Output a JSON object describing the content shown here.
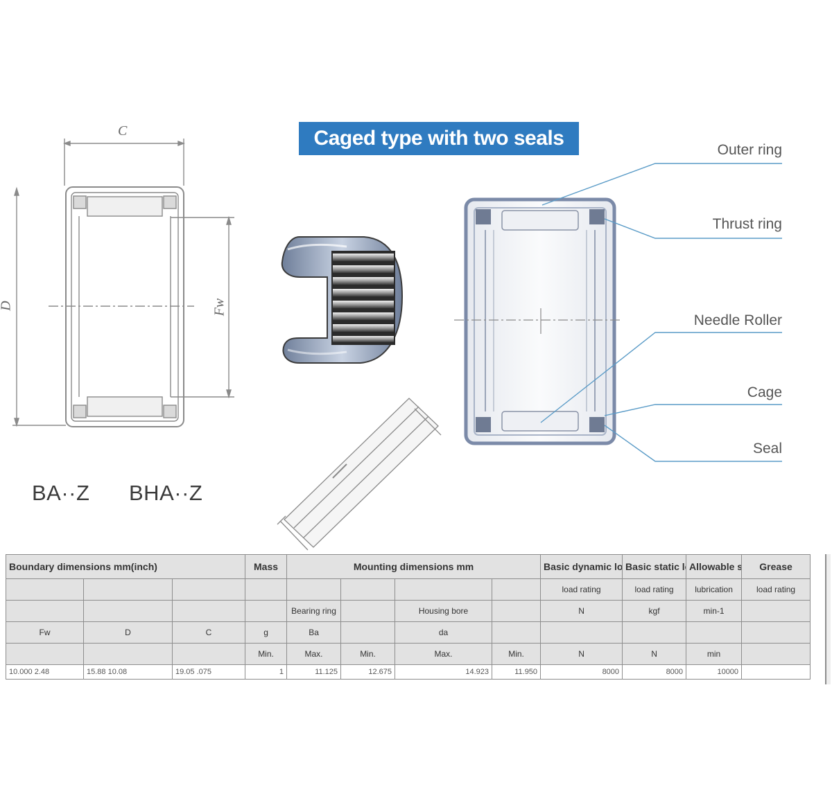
{
  "header": {
    "title": "Caged type with two seals"
  },
  "model_labels": [
    "BA··Z",
    "BHA··Z"
  ],
  "dimension_letters": {
    "width": "C",
    "outer_diameter": "D",
    "inner_diameter": "Fw"
  },
  "callouts": [
    {
      "label": "Outer ring"
    },
    {
      "label": "Thrust ring"
    },
    {
      "label": "Needle Roller"
    },
    {
      "label": "Cage"
    },
    {
      "label": "Seal"
    }
  ],
  "colors": {
    "title_badge": "#2f7bc0",
    "leader_line": "#5a9bc7",
    "outline": "#8f9bb3",
    "table_header": "#e2e2e2",
    "table_border": "#8d8d8d"
  },
  "icons": {
    "bearing_render": "needle-roller-bearing-icon",
    "section_drawing": "bearing-cross-section-icon"
  },
  "table": {
    "header": [
      "Boundary dimensions  mm(inch)",
      "Mass",
      "Mounting dimensions  mm",
      "",
      "Basic dynamic load rating",
      "Basic static load rating",
      "Allowable speed",
      "Grease"
    ],
    "subheader": [
      "load rating",
      "load rating",
      "lubrication",
      "load rating"
    ],
    "row3": [
      "Bearing ring",
      "Housing bore",
      "N",
      "kgf",
      "min-1"
    ],
    "row4": [
      "Fw",
      "D",
      "C",
      "g",
      "Ba",
      "da"
    ],
    "row5": [
      "Min.",
      "Max.",
      "Min.",
      "Max.",
      "Min.",
      "N",
      "N",
      "min"
    ],
    "rows": [
      [
        "10.000 2.48",
        "15.88 10.08",
        "19.05 .075",
        "1",
        "11.125",
        "12.675",
        "14.923",
        "11.950",
        "8000",
        "8000",
        "10000"
      ]
    ]
  }
}
